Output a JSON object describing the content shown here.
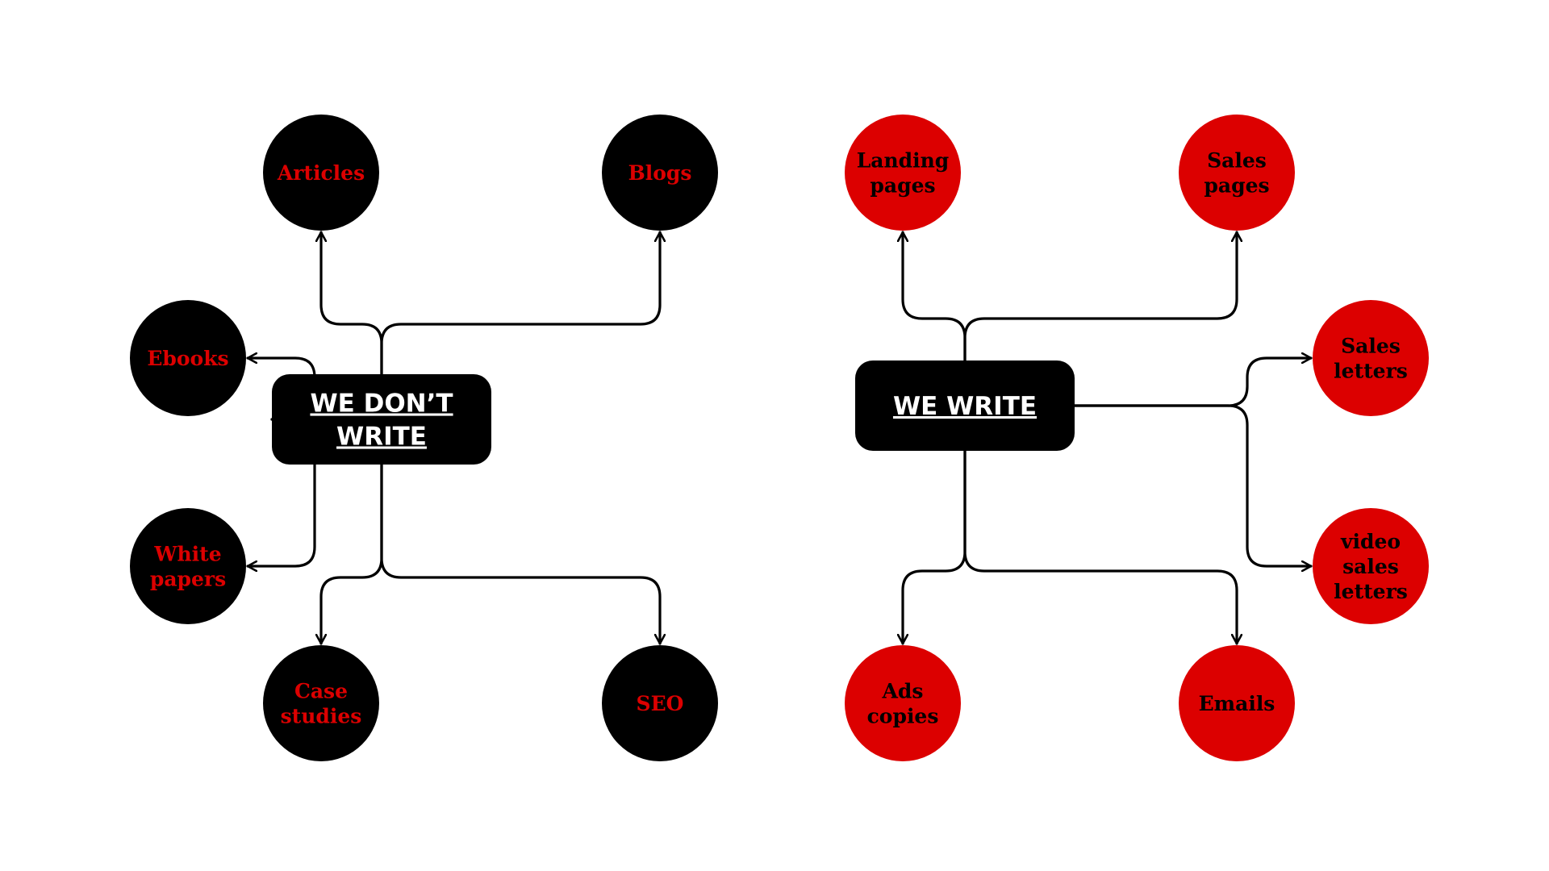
{
  "colors": {
    "background": "#ffffff",
    "black": "#000000",
    "red": "#dc0000",
    "hub_text": "#ffffff"
  },
  "diagrams": [
    {
      "id": "dont-write",
      "hub_lines": [
        "WE DON’T",
        "WRITE"
      ],
      "node_fill": "#000000",
      "node_text_color": "#dc0000",
      "nodes": [
        {
          "id": "articles",
          "lines": [
            "Articles"
          ]
        },
        {
          "id": "blogs",
          "lines": [
            "Blogs"
          ]
        },
        {
          "id": "ebooks",
          "lines": [
            "Ebooks"
          ]
        },
        {
          "id": "white-papers",
          "lines": [
            "White",
            "papers"
          ]
        },
        {
          "id": "case-studies",
          "lines": [
            "Case",
            "studies"
          ]
        },
        {
          "id": "seo",
          "lines": [
            "SEO"
          ]
        }
      ]
    },
    {
      "id": "write",
      "hub_lines": [
        "WE WRITE"
      ],
      "node_fill": "#dc0000",
      "node_text_color": "#000000",
      "nodes": [
        {
          "id": "landing-pages",
          "lines": [
            "Landing",
            "pages"
          ]
        },
        {
          "id": "sales-pages",
          "lines": [
            "Sales",
            "pages"
          ]
        },
        {
          "id": "sales-letters",
          "lines": [
            "Sales",
            "letters"
          ]
        },
        {
          "id": "video-sales-letters",
          "lines": [
            "video",
            "sales",
            "letters"
          ]
        },
        {
          "id": "ads-copies",
          "lines": [
            "Ads",
            "copies"
          ]
        },
        {
          "id": "emails",
          "lines": [
            "Emails"
          ]
        }
      ]
    }
  ]
}
